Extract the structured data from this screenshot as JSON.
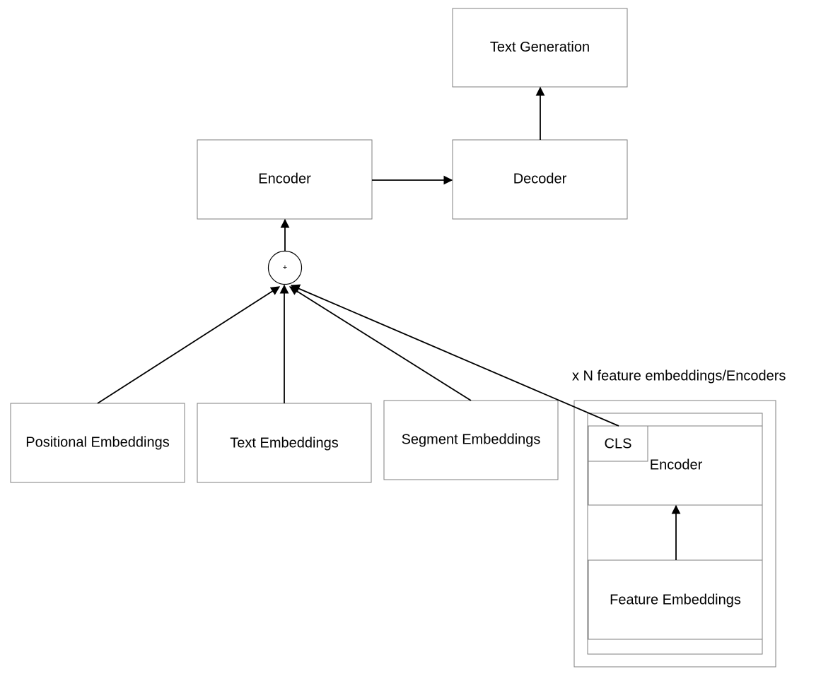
{
  "diagram": {
    "nodes": {
      "text_generation": "Text Generation",
      "encoder": "Encoder",
      "decoder": "Decoder",
      "sum_operator": "+",
      "positional_embeddings": "Positional Embeddings",
      "text_embeddings": "Text Embeddings",
      "segment_embeddings": "Segment Embeddings",
      "cls": "CLS",
      "feature_encoder": "Encoder",
      "feature_embeddings": "Feature Embeddings"
    },
    "group_label": "x N feature embeddings/Encoders",
    "edges": [
      {
        "from": "encoder",
        "to": "decoder"
      },
      {
        "from": "decoder",
        "to": "text_generation"
      },
      {
        "from": "sum_operator",
        "to": "encoder"
      },
      {
        "from": "positional_embeddings",
        "to": "sum_operator"
      },
      {
        "from": "text_embeddings",
        "to": "sum_operator"
      },
      {
        "from": "segment_embeddings",
        "to": "sum_operator"
      },
      {
        "from": "cls",
        "to": "sum_operator"
      },
      {
        "from": "feature_embeddings",
        "to": "feature_encoder"
      }
    ]
  }
}
